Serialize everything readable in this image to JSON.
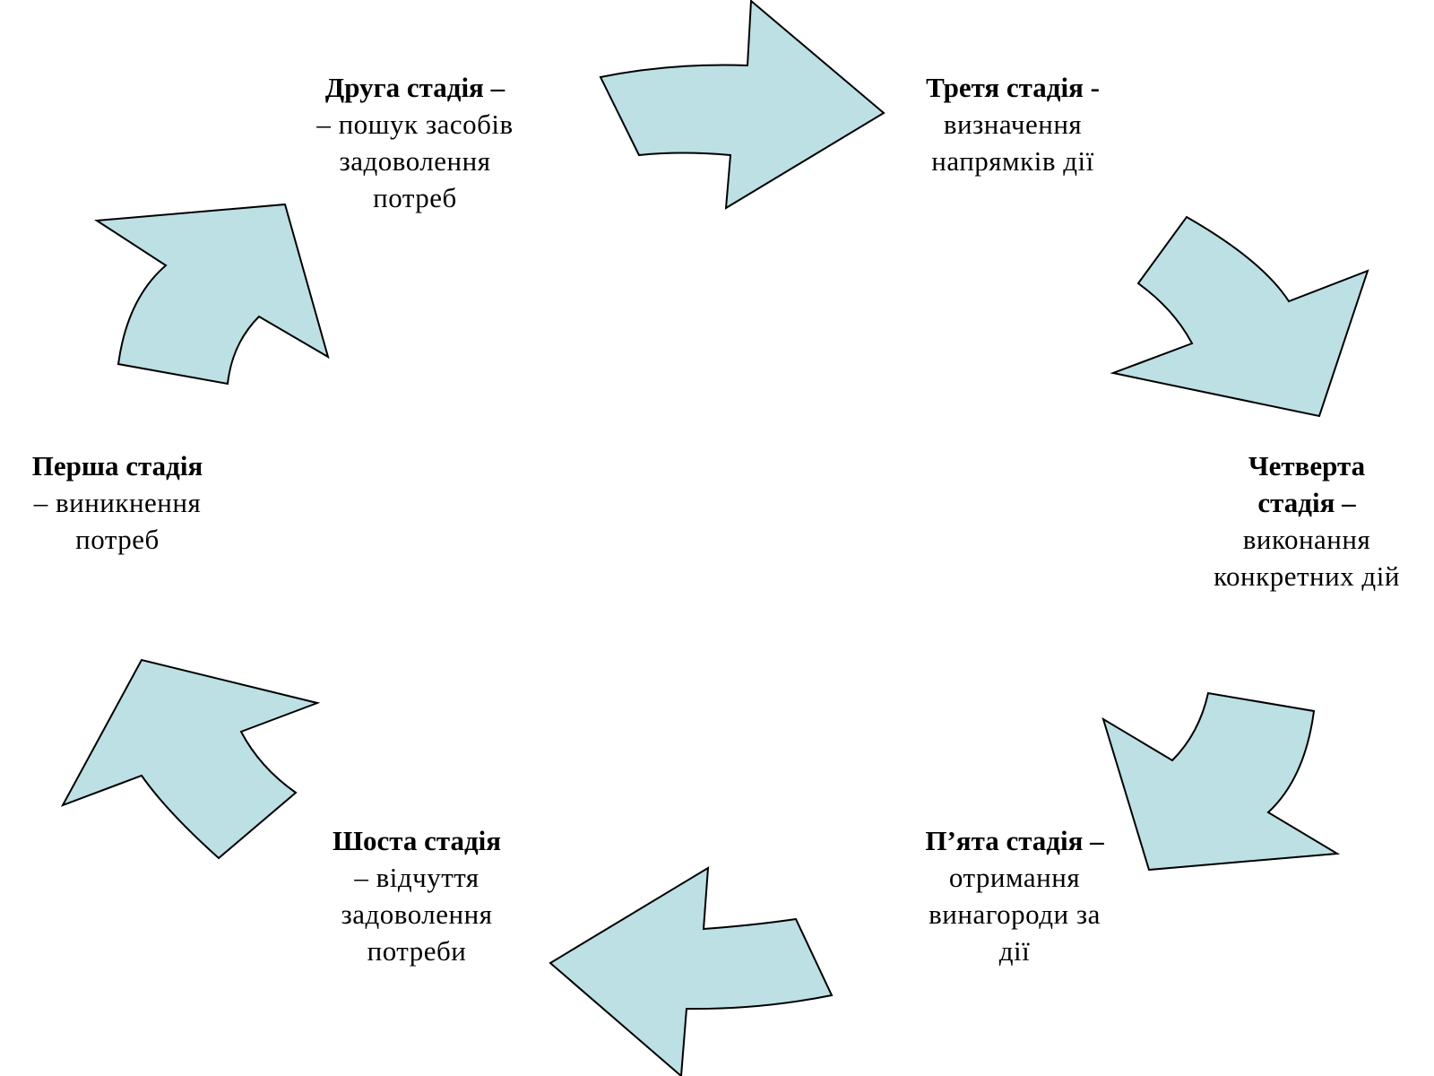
{
  "colors": {
    "arrow_fill": "#bce0e4",
    "arrow_stroke": "#000000",
    "text": "#000000",
    "background": "#ffffff"
  },
  "stages": [
    {
      "title": "Перша стадія",
      "desc_line1": "– виникнення",
      "desc_line2": "потреб"
    },
    {
      "title": "Друга стадія –",
      "desc_line1": "– пошук засобів",
      "desc_line2": "задоволення",
      "desc_line3": "потреб"
    },
    {
      "title": "Третя стадія -",
      "desc_line1": "визначення",
      "desc_line2": "напрямків дії"
    },
    {
      "title_line1": "Четверта",
      "title_line2": "стадія –",
      "desc_line1": "виконання",
      "desc_line2": "конкретних дій"
    },
    {
      "title": "П’ята стадія –",
      "desc_line1": "отримання",
      "desc_line2": "винагороди за",
      "desc_line3": "дії"
    },
    {
      "title": "Шоста стадія",
      "desc_line1": "– відчуття",
      "desc_line2": "задоволення",
      "desc_line3": "потреби"
    }
  ]
}
